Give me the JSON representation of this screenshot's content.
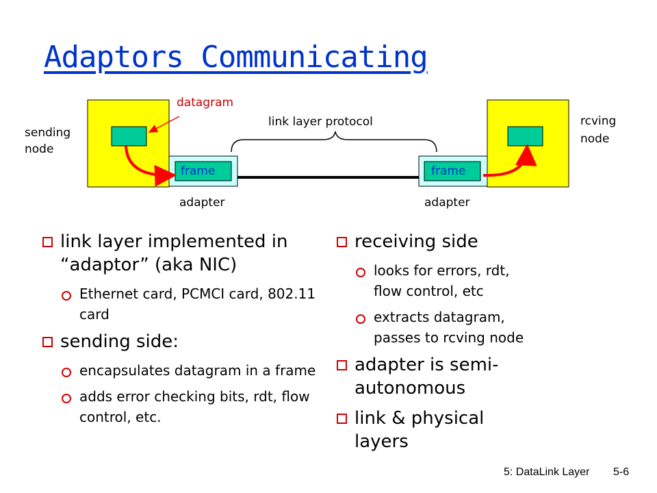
{
  "slide": {
    "title": "Adaptors Communicating",
    "footer_chapter": "5: DataLink Layer",
    "footer_page": "5-6"
  },
  "diagram": {
    "sending_node": "sending\nnode",
    "receiving_node": "rcving\nnode",
    "datagram_label": "datagram",
    "protocol_label": "link layer protocol",
    "frame_left": "frame",
    "frame_right": "frame",
    "adapter_left": "adapter",
    "adapter_right": "adapter",
    "colors": {
      "node": "#ffff00",
      "adapter": "#ccffff",
      "datagram": "#00cc99",
      "arrow": "#ff0000",
      "frame_text": "#0033cc",
      "datagram_text": "#cc0000"
    }
  },
  "left_column": {
    "bullets": [
      {
        "text": "link layer implemented in “adaptor” (aka NIC)",
        "subs": [
          "Ethernet card, PCMCI card, 802.11 card"
        ]
      },
      {
        "text": "sending side:",
        "subs": [
          "encapsulates datagram in a frame",
          "adds error checking bits, rdt, flow control, etc."
        ]
      }
    ]
  },
  "right_column": {
    "bullets": [
      {
        "text": "receiving side",
        "subs": [
          "looks for errors, rdt, flow control, etc",
          "extracts datagram, passes to rcving node"
        ]
      },
      {
        "text": "adapter is semi-autonomous",
        "subs": []
      },
      {
        "text": "link & physical layers",
        "subs": []
      }
    ]
  }
}
